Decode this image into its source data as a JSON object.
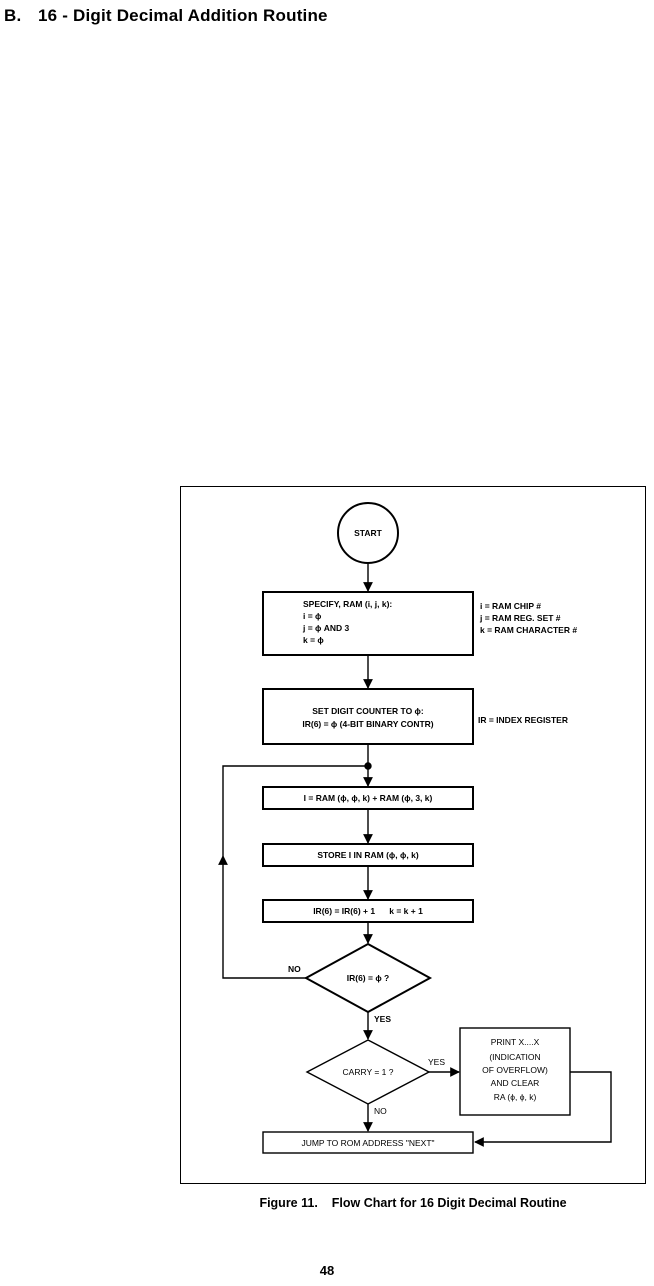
{
  "heading": {
    "section": "B.",
    "title": "16 - Digit Decimal Addition Routine"
  },
  "flowchart": {
    "start": "START",
    "specify": [
      "SPECIFY, RAM (i, j, k):",
      "i = ϕ",
      "j = ϕ AND 3",
      "k = ϕ"
    ],
    "notes": [
      "i = RAM CHIP #",
      "j = RAM REG. SET #",
      "k = RAM CHARACTER #"
    ],
    "set_counter": [
      "SET DIGIT COUNTER TO ϕ:",
      "IR(6) = ϕ (4-BIT BINARY CONTR)"
    ],
    "ir_note": "IR = INDEX REGISTER",
    "add": "I = RAM (ϕ, ϕ, k) + RAM (ϕ, 3, k)",
    "store": "STORE I IN RAM (ϕ, ϕ, k)",
    "increment": "IR(6) = IR(6) + 1      k = k + 1",
    "decision1": "IR(6) = ϕ ?",
    "no1": "NO",
    "yes1": "YES",
    "decision2": "CARRY = 1 ?",
    "yes2": "YES",
    "no2": "NO",
    "print_box": [
      "PRINT X....X",
      "(INDICATION",
      "OF OVERFLOW)",
      "AND CLEAR",
      "RA (ϕ, ϕ, k)"
    ],
    "jump": "JUMP TO ROM ADDRESS \"NEXT\""
  },
  "caption": {
    "label": "Figure 11.",
    "text": "Flow Chart for 16 Digit Decimal Routine"
  },
  "page_number": "48"
}
